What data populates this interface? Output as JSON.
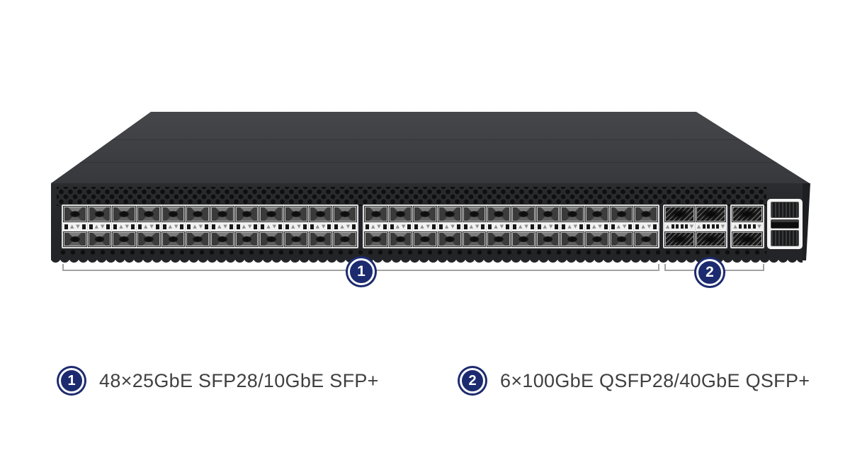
{
  "figure": {
    "type": "network-switch-front-view",
    "callouts": [
      {
        "number": "1",
        "label": "48×25GbE SFP28/10GbE SFP+"
      },
      {
        "number": "2",
        "label": "6×100GbE QSFP28/40GbE QSFP+"
      }
    ]
  },
  "device": {
    "sfp": {
      "banks": 2,
      "columns_per_bank": 12,
      "rows": 2,
      "total_ports": 48,
      "up_glyph": "▲",
      "down_glyph": "▼"
    },
    "qsfp": {
      "groups": [
        2,
        1
      ],
      "rows": 2,
      "total_ports": 6,
      "up_glyph": "▲",
      "down_glyph": "▼",
      "square_count": 4
    },
    "management_ports": [
      "rj45-port",
      "sfp-slot",
      "rj45-port"
    ]
  },
  "colors": {
    "badge_navy": "#1c2b6f",
    "label_text": "#404040",
    "chassis_top": "#3e3f43",
    "chassis_front": "#26272a",
    "bracket_gray": "#a3a3a3",
    "port_frame": "#dedede"
  }
}
